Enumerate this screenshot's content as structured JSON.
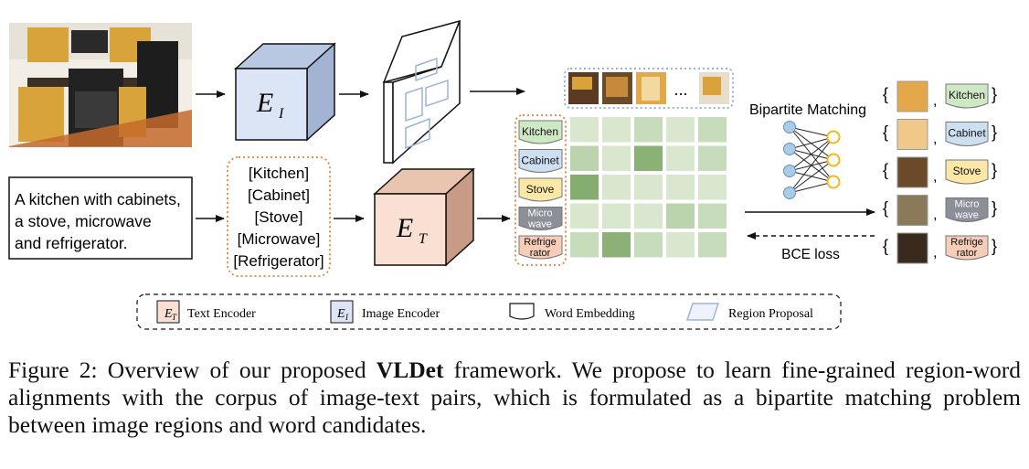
{
  "encoders": {
    "image": {
      "letter": "E",
      "sub": "I"
    },
    "text": {
      "letter": "E",
      "sub": "T"
    }
  },
  "caption_text": {
    "lines": [
      "A kitchen with cabinets,",
      "a stove, microwave",
      "and refrigerator."
    ]
  },
  "word_candidates": [
    "[Kitchen]",
    "[Cabinet]",
    "[Stove]",
    "[Microwave]",
    "[Refrigerator]"
  ],
  "word_tags": [
    {
      "lines": [
        "Kitchen"
      ],
      "color": "#cfe8c4"
    },
    {
      "lines": [
        "Cabinet"
      ],
      "color": "#cde0f2"
    },
    {
      "lines": [
        "Stove"
      ],
      "color": "#fbe7a6"
    },
    {
      "lines": [
        "Micro",
        "wave"
      ],
      "color": "#8a8f98"
    },
    {
      "lines": [
        "Refrige",
        "rator"
      ],
      "color": "#f6cdb8"
    }
  ],
  "region_strip": {
    "ellipsis": "..."
  },
  "similarity_matrix": [
    [
      0.15,
      0.15,
      0.3,
      0.15,
      0.3
    ],
    [
      0.4,
      0.15,
      0.85,
      0.15,
      0.3
    ],
    [
      0.9,
      0.15,
      0.15,
      0.15,
      0.15
    ],
    [
      0.15,
      0.15,
      0.15,
      0.4,
      0.3
    ],
    [
      0.3,
      0.85,
      0.3,
      0.15,
      0.3
    ]
  ],
  "matching": {
    "title": "Bipartite Matching",
    "loss_label": "BCE loss"
  },
  "pairs": [
    {
      "label": [
        "Kitchen"
      ],
      "color": "#cfe8c4"
    },
    {
      "label": [
        "Cabinet"
      ],
      "color": "#cde0f2"
    },
    {
      "label": [
        "Stove"
      ],
      "color": "#fbe7a6"
    },
    {
      "label": [
        "Micro",
        "wave"
      ],
      "color": "#8a8f98"
    },
    {
      "label": [
        "Refrige",
        "rator"
      ],
      "color": "#f6cdb8"
    }
  ],
  "legend": {
    "text_encoder": "Text Encoder",
    "image_encoder": "Image Encoder",
    "word_embedding": "Word Embedding",
    "region_proposal": "Region Proposal"
  },
  "figure_caption": {
    "prefix": "Figure 2: Overview of our proposed ",
    "bold": "VLDet",
    "suffix": " framework. We propose to learn fine-grained region-word alignments with the corpus of image-text pairs, which is formulated as a bipartite matching problem between image regions and word candidates."
  },
  "colors": {
    "image_encoder": "#dbe5f5",
    "text_encoder": "#f9e0d2",
    "dotted_orange": "#e8803a",
    "dotted_blue": "#7a9ad0",
    "node_blue": "#a8cbe8",
    "node_yellow": "#f3b81a",
    "matrix_dark": "#7aa564",
    "matrix_light": "#e3f0da"
  }
}
